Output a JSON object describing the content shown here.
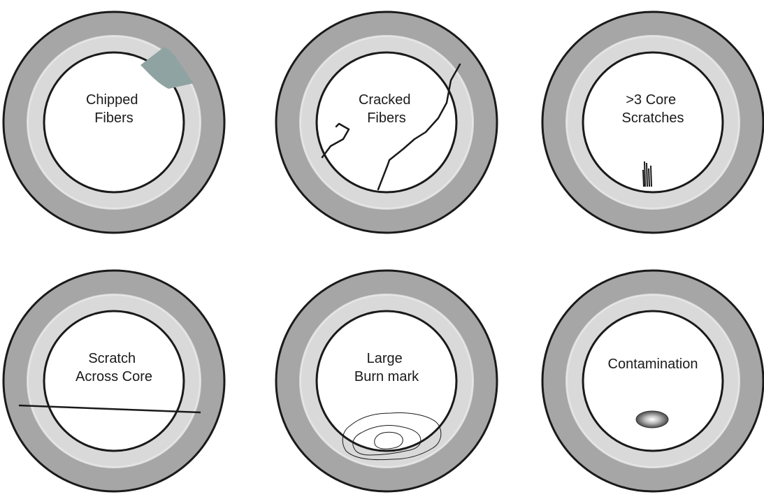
{
  "colors": {
    "outer_ring": "#a6a6a6",
    "cladding": "#d9d9d9",
    "core": "#ffffff",
    "outline": "#1a1a1a",
    "chip": "#8fa3a3"
  },
  "panels": [
    {
      "id": "chipped",
      "label_lines": [
        "Chipped",
        "Fibers"
      ],
      "defect": "chip"
    },
    {
      "id": "cracked",
      "label_lines": [
        "Cracked",
        "Fibers"
      ],
      "defect": "cracks"
    },
    {
      "id": "core-scratches",
      "label_lines": [
        ">3 Core",
        "Scratches"
      ],
      "defect": "multiple-scratches"
    },
    {
      "id": "scratch-across",
      "label_lines": [
        "Scratch",
        "Across Core"
      ],
      "defect": "scratch-line"
    },
    {
      "id": "burn-mark",
      "label_lines": [
        "Large",
        "Burn mark"
      ],
      "defect": "burn-contours"
    },
    {
      "id": "contamination",
      "label_lines": [
        "Contamination"
      ],
      "defect": "contamination-spot"
    }
  ]
}
